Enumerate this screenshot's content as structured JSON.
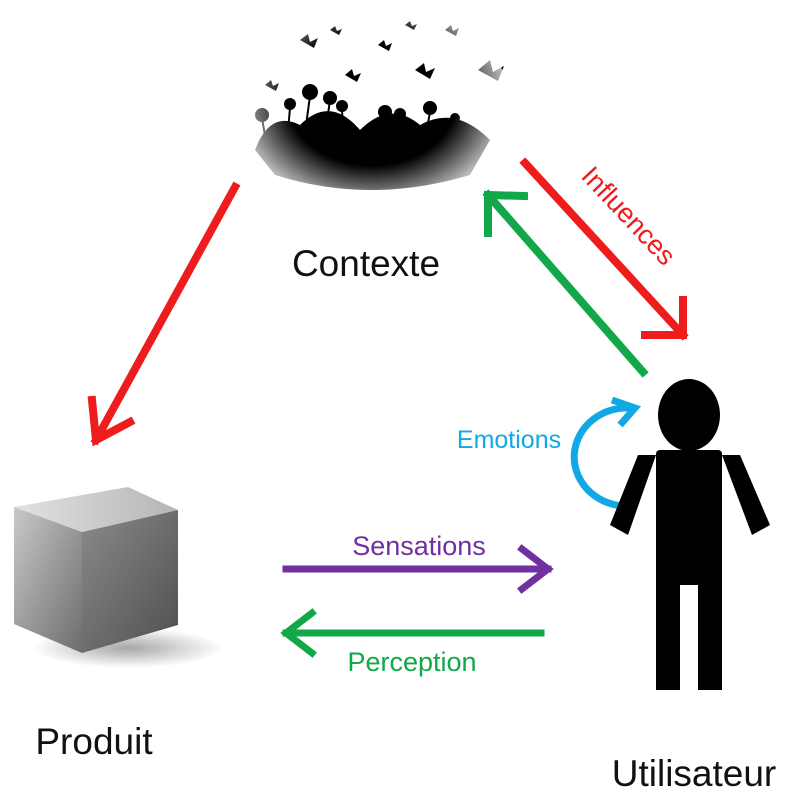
{
  "nodes": {
    "context": "Contexte",
    "product": "Produit",
    "user": "Utilisateur"
  },
  "relations": {
    "influences": "Influences",
    "emotions": "Emotions",
    "sensations": "Sensations",
    "perception": "Perception"
  },
  "colors": {
    "influence": "#ee1c1c",
    "emotion": "#11a8e6",
    "sensation": "#7030a0",
    "perception": "#12a84a",
    "silhouette": "#000000",
    "text": "#111111"
  },
  "icons": {
    "context": "meadow-butterflies-icon",
    "product": "grey-cube-icon",
    "user": "person-silhouette-icon"
  }
}
